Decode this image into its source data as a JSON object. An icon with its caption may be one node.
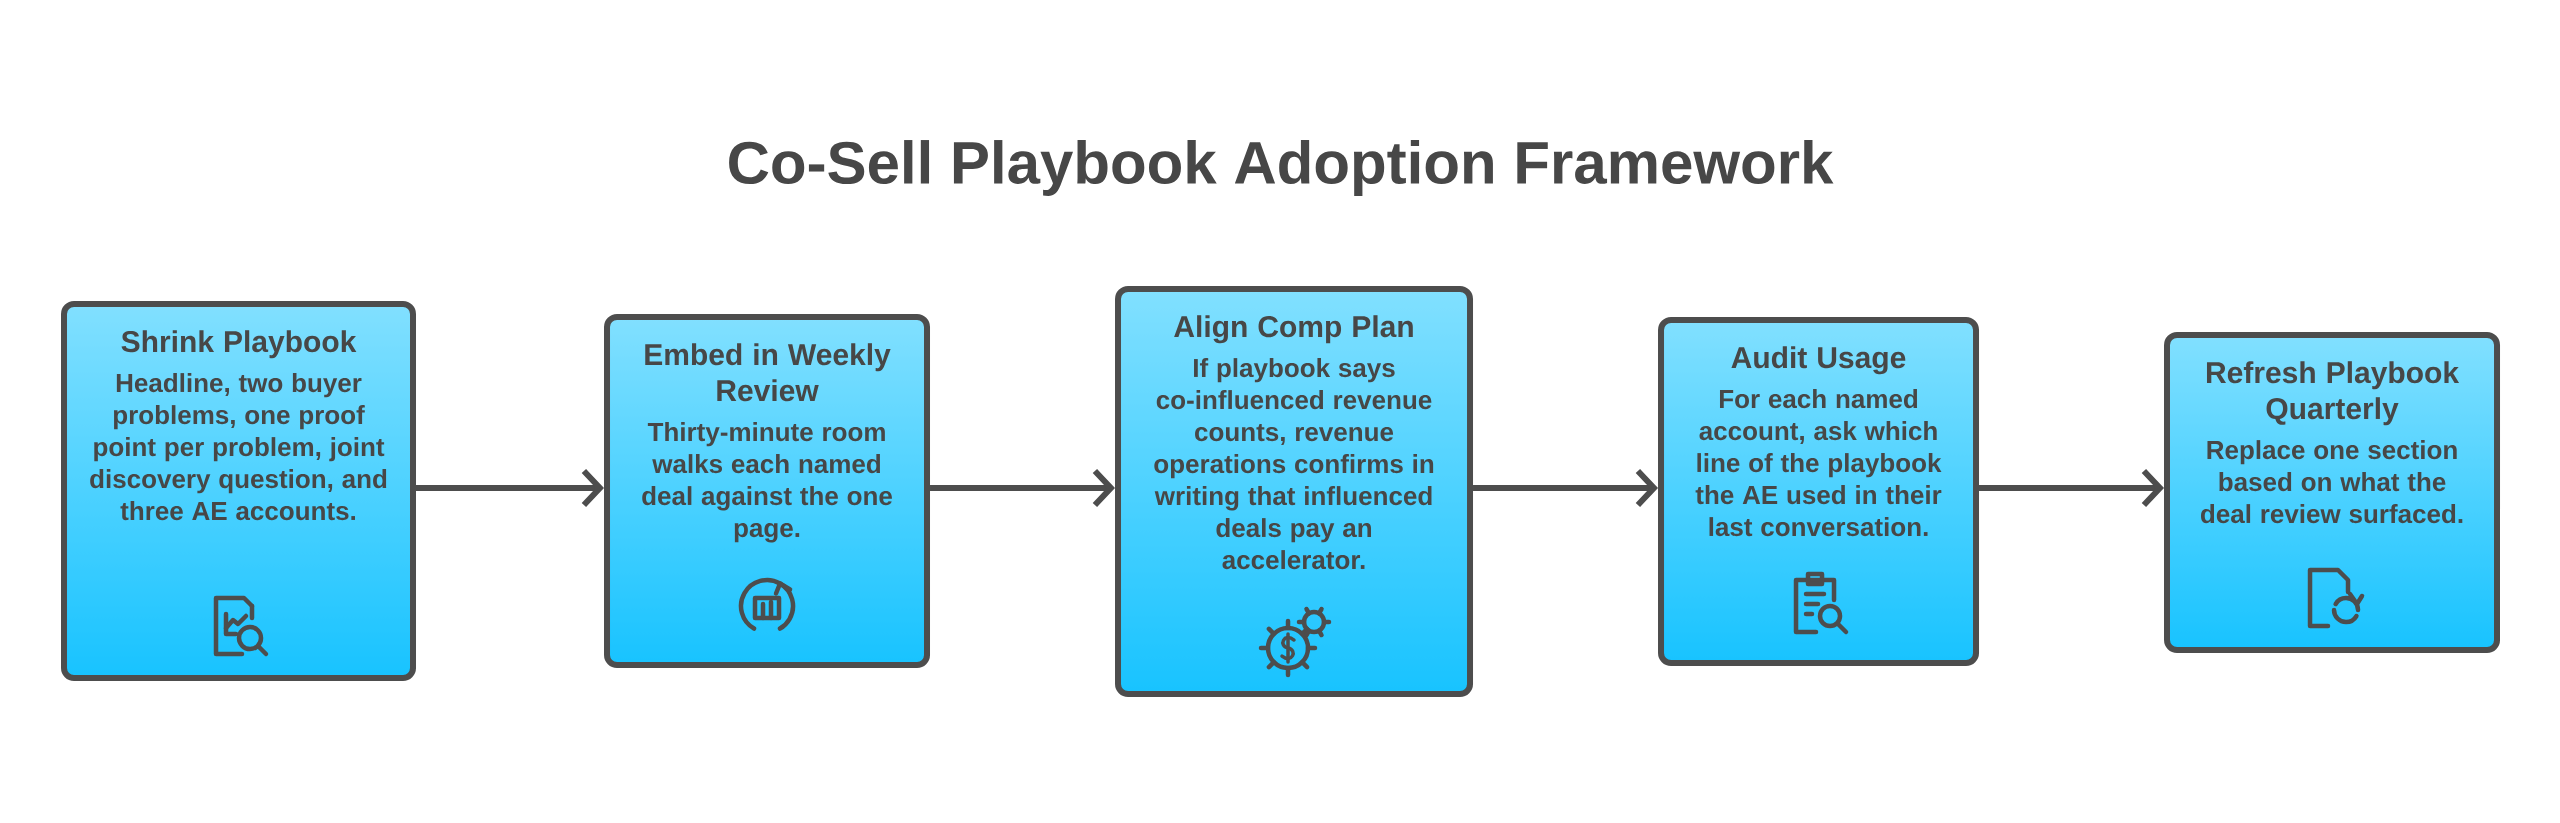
{
  "diagram": {
    "title": "Co-Sell Playbook Adoption Framework",
    "nodes": [
      {
        "text": [
          "Shrink Playbook",
          "Headline, two buyer problems, one proof point per problem, joint discovery question, and three AE accounts."
        ]
      },
      {
        "text": [
          "Embed in Weekly Review",
          "Thirty-minute room walks each named deal against the one page."
        ]
      },
      {
        "text": [
          "Align Comp Plan",
          "If playbook says co-influenced revenue counts, revenue operations confirms in writing that influenced deals pay an accelerator."
        ]
      },
      {
        "text": [
          "Audit Usage",
          "For each named account, ask which line of the playbook the AE used in their last conversation."
        ]
      },
      {
        "text": [
          "Refresh Playbook Quarterly",
          "Replace one section based on what the deal review surfaced."
        ]
      }
    ],
    "edges": [
      {
        "from": 0,
        "to": 1,
        "arrow": "to"
      },
      {
        "from": 1,
        "to": 2,
        "arrow": "to"
      },
      {
        "from": 2,
        "to": 3,
        "arrow": "to"
      },
      {
        "from": 3,
        "to": 4,
        "arrow": "to"
      }
    ]
  }
}
